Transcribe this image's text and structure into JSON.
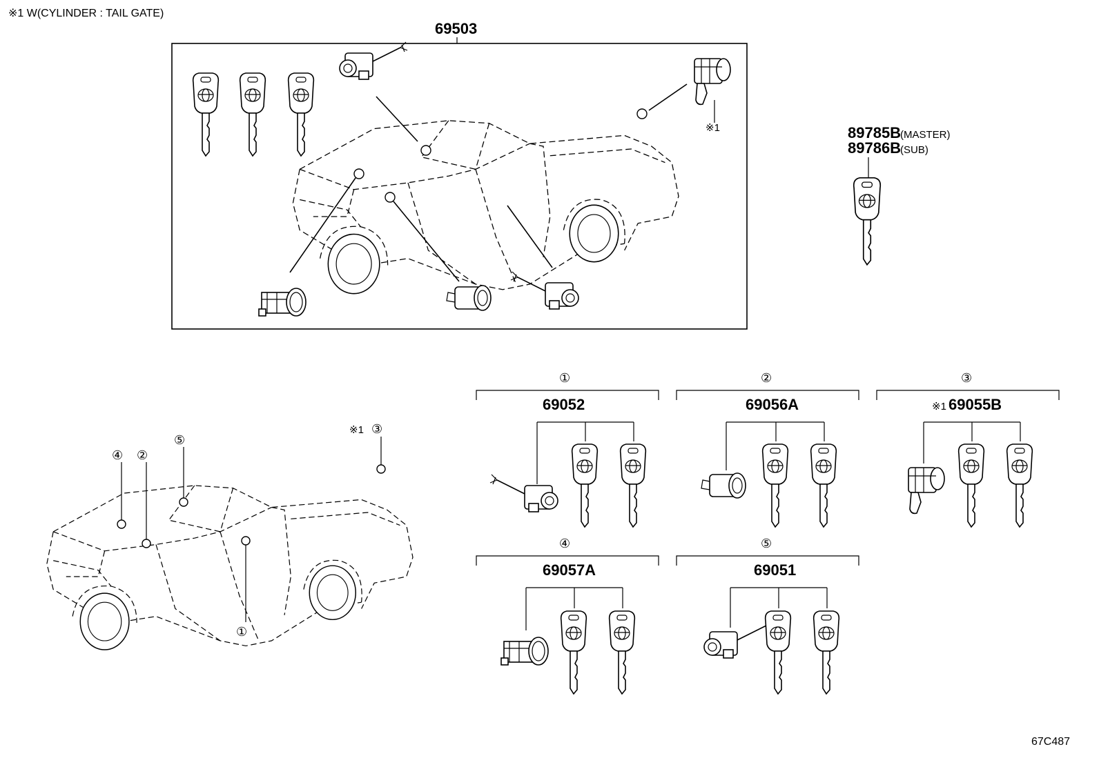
{
  "header_note": "※1 W(CYLINDER : TAIL GATE)",
  "main_set": {
    "part_number": "69503",
    "tail_gate_mark": "※1"
  },
  "transponder_keys": {
    "master": "89785B",
    "master_note": "(MASTER)",
    "sub": "89786B",
    "sub_note": "(SUB)"
  },
  "locations": {
    "callout_1": "①",
    "callout_2": "②",
    "callout_3": "③",
    "callout_4": "④",
    "callout_5": "⑤",
    "tail_gate_mark": "※1"
  },
  "sub_kits": [
    {
      "circle": "①",
      "part_number": "69052",
      "mark": ""
    },
    {
      "circle": "②",
      "part_number": "69056A",
      "mark": ""
    },
    {
      "circle": "③",
      "part_number": "69055B",
      "mark": "※1"
    },
    {
      "circle": "④",
      "part_number": "69057A",
      "mark": ""
    },
    {
      "circle": "⑤",
      "part_number": "69051",
      "mark": ""
    }
  ],
  "diagram_code": "67C487"
}
